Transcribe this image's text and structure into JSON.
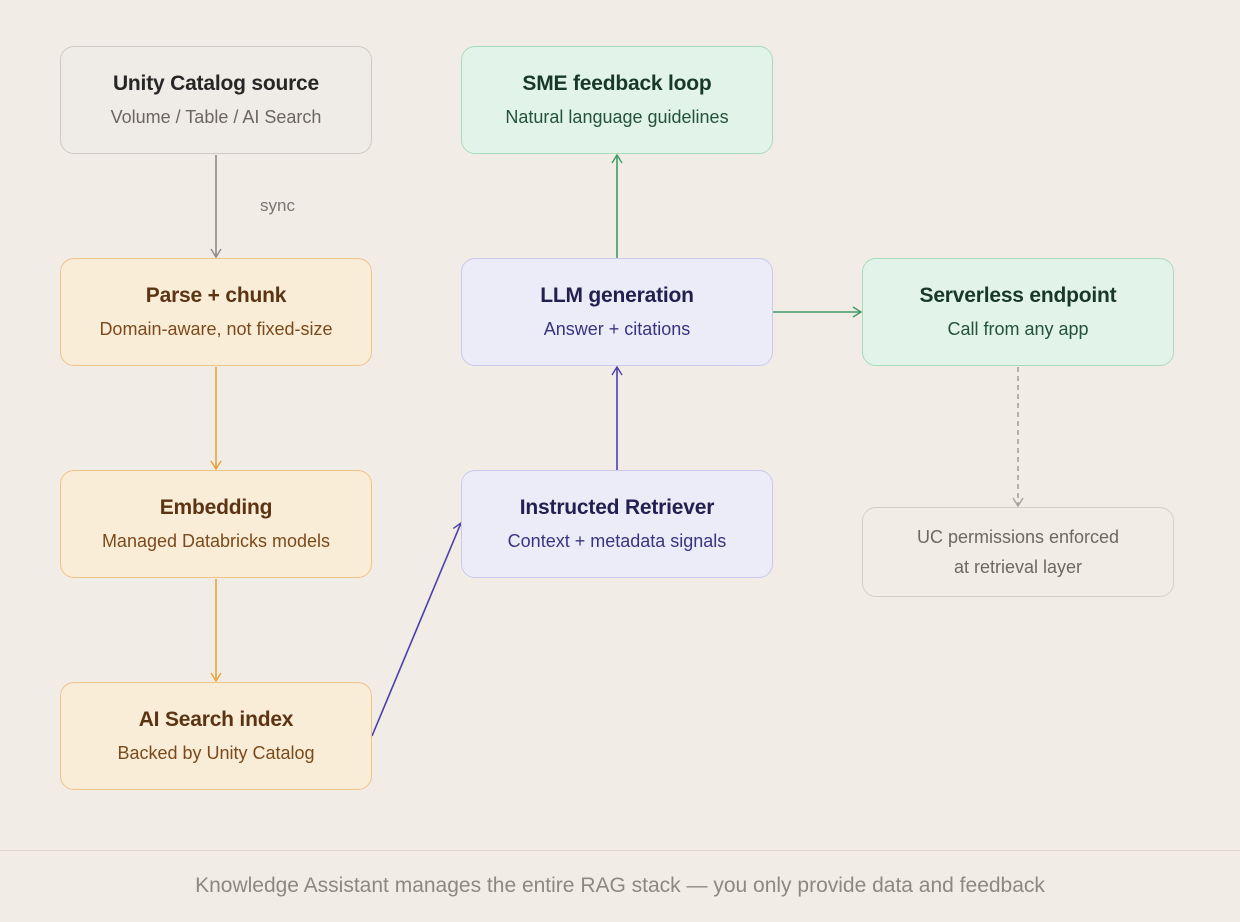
{
  "nodes": {
    "uc_source": {
      "title": "Unity Catalog source",
      "subtitle": "Volume / Table / AI Search"
    },
    "parse_chunk": {
      "title": "Parse + chunk",
      "subtitle": "Domain-aware, not fixed-size"
    },
    "embedding": {
      "title": "Embedding",
      "subtitle": "Managed Databricks models"
    },
    "search_index": {
      "title": "AI Search index",
      "subtitle": "Backed by Unity Catalog"
    },
    "sme_feedback": {
      "title": "SME feedback loop",
      "subtitle": "Natural language guidelines"
    },
    "llm_generation": {
      "title": "LLM generation",
      "subtitle": "Answer + citations"
    },
    "instructed_retriever": {
      "title": "Instructed Retriever",
      "subtitle": "Context + metadata signals"
    },
    "serverless_endpoint": {
      "title": "Serverless endpoint",
      "subtitle": "Call from any app"
    },
    "uc_permissions": {
      "line1": "UC permissions enforced",
      "line2": "at retrieval layer"
    }
  },
  "edges": {
    "sync_label": "sync"
  },
  "footer": {
    "text": "Knowledge Assistant manages the entire RAG stack — you only provide data and feedback"
  },
  "colors": {
    "background": "#f1ece5",
    "gray_arrow": "#8f8a85",
    "orange_arrow": "#e8a33d",
    "purple_arrow": "#4b3fb0",
    "green_arrow": "#3f9a69",
    "dashed_arrow": "#a8a29c"
  }
}
